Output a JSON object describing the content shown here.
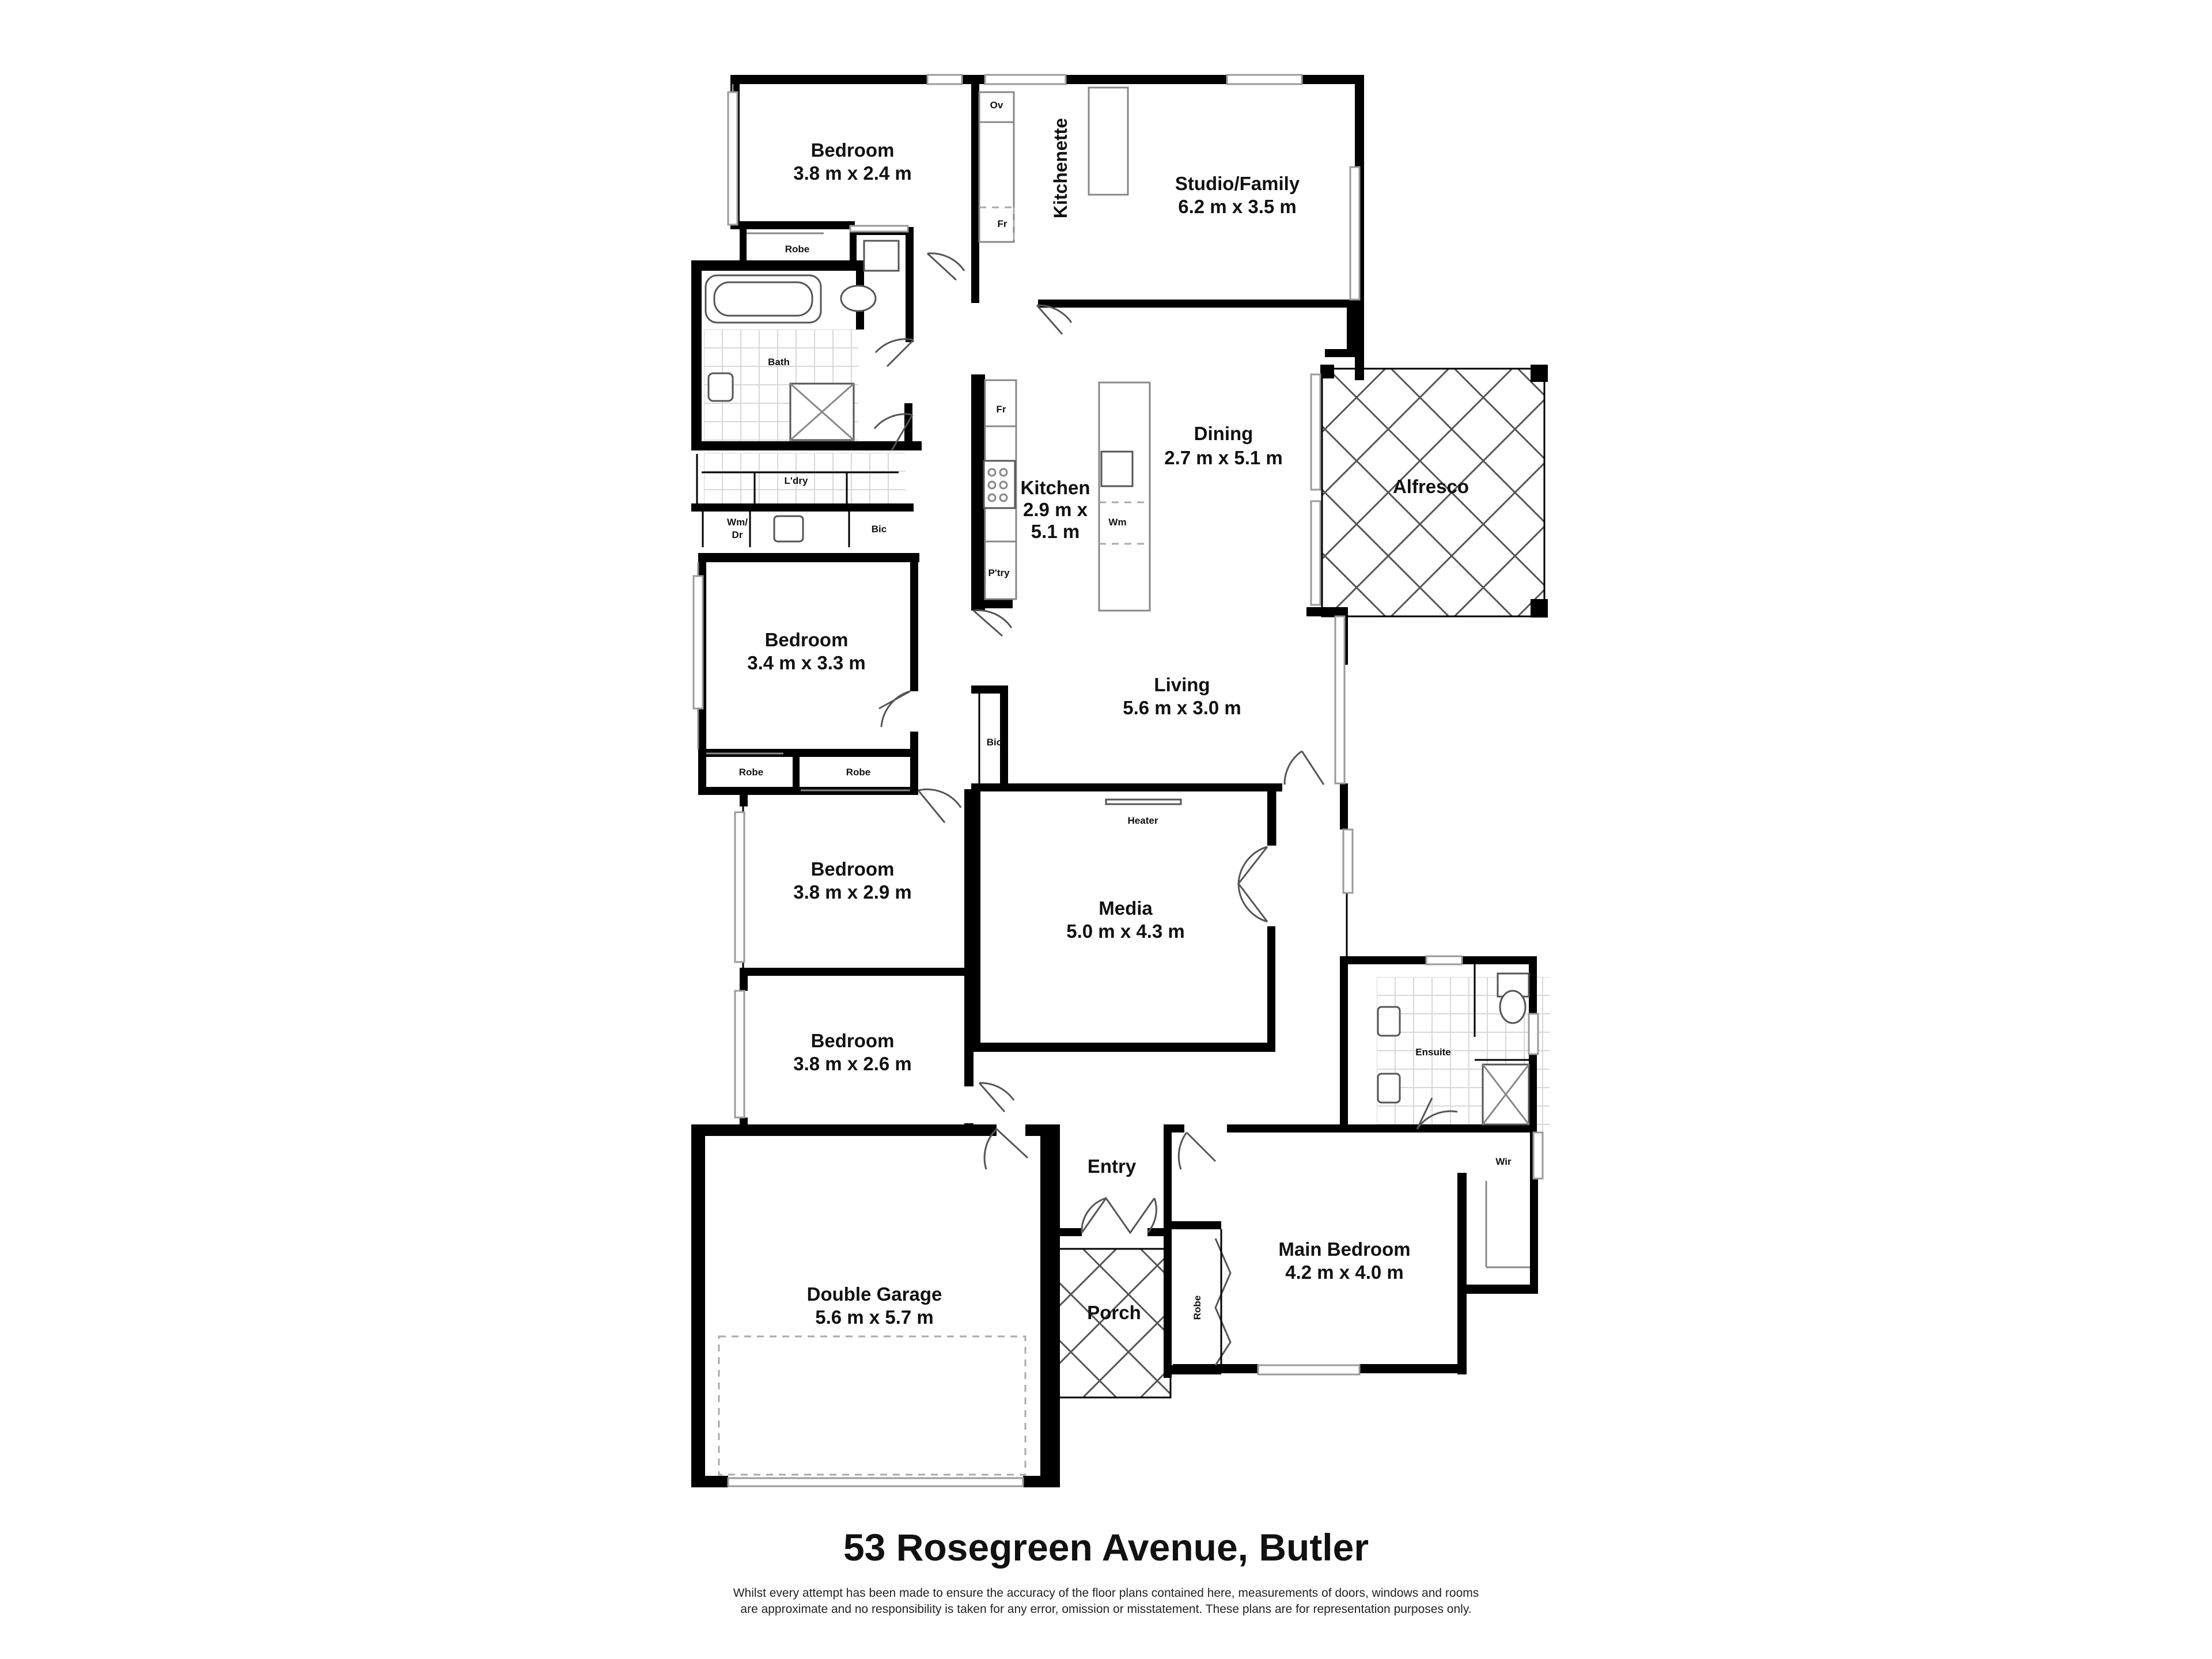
{
  "rooms": [
    {
      "id": "bedroom-1",
      "name": "Bedroom",
      "size": "3.8 m x 2.4 m"
    },
    {
      "id": "studio-family",
      "name": "Studio/Family",
      "size": "6.2 m x 3.5 m"
    },
    {
      "id": "dining",
      "name": "Dining",
      "size": "2.7 m x 5.1 m"
    },
    {
      "id": "kitchen",
      "name": "Kitchen",
      "size_line1": "2.9 m x",
      "size_line2": "5.1 m"
    },
    {
      "id": "alfresco",
      "name": "Alfresco"
    },
    {
      "id": "bedroom-2",
      "name": "Bedroom",
      "size": "3.4 m x 3.3 m"
    },
    {
      "id": "living",
      "name": "Living",
      "size": "5.6 m x 3.0 m"
    },
    {
      "id": "bedroom-3",
      "name": "Bedroom",
      "size": "3.8 m x 2.9 m"
    },
    {
      "id": "media",
      "name": "Media",
      "size": "5.0 m x 4.3 m"
    },
    {
      "id": "bedroom-4",
      "name": "Bedroom",
      "size": "3.8 m x 2.6 m"
    },
    {
      "id": "entry",
      "name": "Entry"
    },
    {
      "id": "porch",
      "name": "Porch"
    },
    {
      "id": "main-bedroom",
      "name": "Main Bedroom",
      "size": "4.2 m x 4.0 m"
    },
    {
      "id": "double-garage",
      "name": "Double Garage",
      "size": "5.6 m x 5.7 m"
    }
  ],
  "labels": {
    "kitchenette": "Kitchenette",
    "oven": "Ov",
    "fridge_kitchenette": "Fr",
    "fridge_kitchen": "Fr",
    "robe_bedroom1": "Robe",
    "bath": "Bath",
    "laundry": "L'dry",
    "washer_dryer": "Wm/\nDr",
    "bic_laundry": "Bic",
    "bic_hall": "Bic",
    "robe_a": "Robe",
    "robe_b": "Robe",
    "pantry": "P'try",
    "dishwasher": "Wm",
    "heater": "Heater",
    "ensuite": "Ensuite",
    "wir": "Wir",
    "robe_main": "Robe"
  },
  "address": "53 Rosegreen Avenue, Butler",
  "disclaimer_line1": "Whilst every attempt has been made to ensure the accuracy of the floor plans contained here, measurements of doors, windows and rooms",
  "disclaimer_line2": "are approximate and no responsibility is taken for any error, omission or misstatement. These plans are for representation purposes only."
}
